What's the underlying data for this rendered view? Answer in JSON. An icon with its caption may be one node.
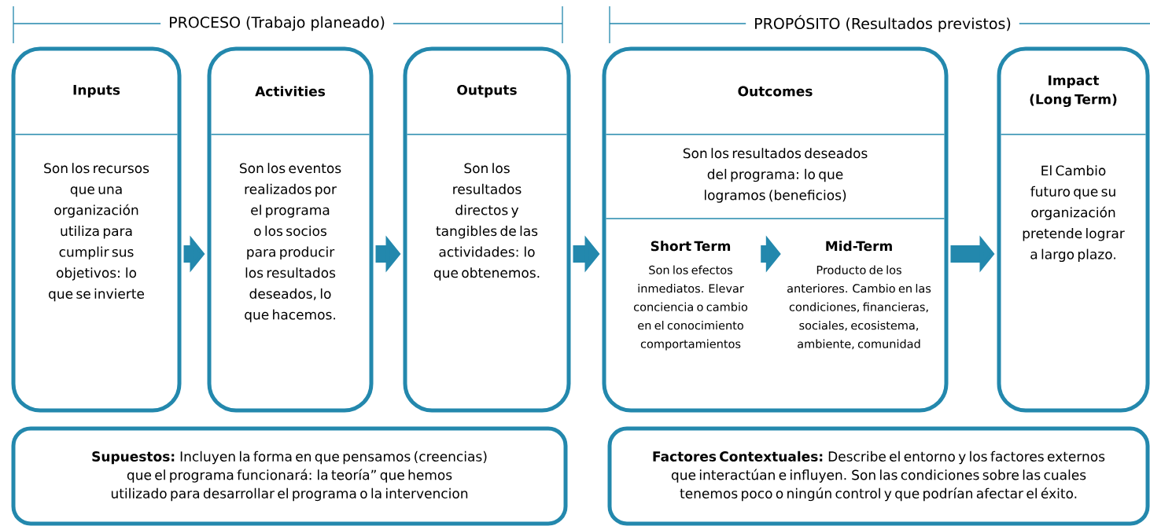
{
  "diagram": {
    "nodes": [
      {
        "text": [
          "Inputs",
          "Son los recursos que una organización utiliza para cumplir sus objetivos: lo que se invierte"
        ]
      },
      {
        "text": [
          "Activities",
          "Son los eventos realizados por el programa o los socios para producir los resultados deseados, lo que hacemos."
        ]
      },
      {
        "text": [
          "Outputs",
          "Son los resultados directos y tangibles de las actividades: lo que obtenemos."
        ]
      },
      {
        "text": [
          "Outcomes",
          "Son los resultados deseados del programa: lo que logramos (beneficios)"
        ]
      },
      {
        "text": [
          "Short Term",
          "Son los efectos inmediatos. Elevar conciencia o cambio en el conocimiento comportamientos"
        ],
        "in": 3
      },
      {
        "text": [
          "Mid-Term",
          "Producto de los anteriores. Cambio en las condiciones, financieras, sociales, ecosistema, ambiente, comunidad"
        ],
        "in": 3
      },
      {
        "text": [
          "Impact (Long Term)",
          "El Cambio futuro que su organización pretende lograr a largo plazo."
        ]
      },
      {
        "text": [
          "**Supuestos:** Incluyen la forma en que pensamos (creencias) que el programa funcionará: la teoría” que hemos utilizado para desarrollar el programa o la intervencion"
        ]
      },
      {
        "text": [
          "**Factores Contextuales:** Describe el entorno y los factores externos que interactúan e influyen. Son las condiciones sobre las cuales tenemos poco o ningún control y que podrían afectar el éxito."
        ]
      }
    ],
    "edges": [
      {
        "from": 0,
        "to": 1,
        "arrow": "to"
      },
      {
        "from": 1,
        "to": 2,
        "arrow": "to"
      },
      {
        "from": 2,
        "to": 3,
        "arrow": "to"
      },
      {
        "from": 4,
        "to": 5,
        "arrow": "to"
      },
      {
        "from": 3,
        "to": 6,
        "arrow": "to"
      }
    ],
    "labels": [
      "PROCESO (Trabajo planeado)",
      "PROPÓSITO (Resultados previstos)"
    ]
  }
}
